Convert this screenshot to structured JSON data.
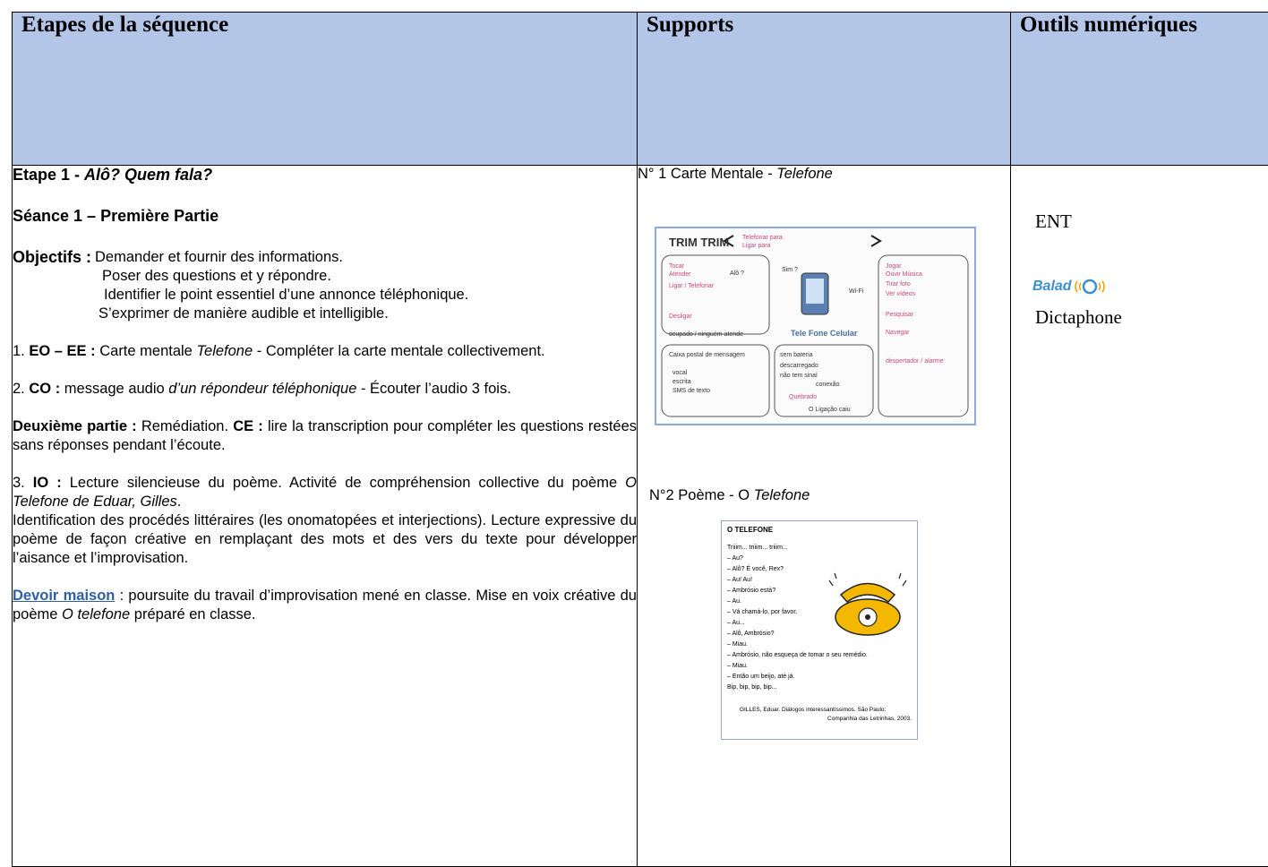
{
  "header": {
    "col1": "Etapes de la séquence",
    "col2": "Supports",
    "col3": "Outils numériques"
  },
  "etapes": {
    "etape_prefix": "Etape 1 -",
    "etape_title": "Alô? Quem fala?",
    "seance": "Séance 1 – Première Partie",
    "objectifs_label": "Objectifs :",
    "objectifs": [
      "Demander et fournir des informations.",
      "Poser des questions et y répondre.",
      "Identifier le point essentiel d’une annonce téléphonique.",
      "S’exprimer de manière audible et intelligible."
    ],
    "p1": {
      "num": "1.",
      "tag": "EO – EE :",
      "t1": " Carte mentale ",
      "i1": "Telefone",
      "t2": " - Compléter la carte mentale collectivement."
    },
    "p2": {
      "num": "2.",
      "tag": "CO :",
      "t1": " message audio ",
      "i1": "d’un répondeur téléphonique",
      "t2": " - Écouter l’audio 3 fois."
    },
    "p3": {
      "tag1": "Deuxième partie :",
      "t1": " Remédiation. ",
      "tag2": "CE :",
      "t2": " lire la transcription pour compléter les questions restées sans réponses pendant l’écoute."
    },
    "p4": {
      "num": "3.",
      "tag": "IO :",
      "t1": " Lecture silencieuse du poème. Activité de compréhension collective du poème ",
      "i1": "O Telefone de Eduar, Gilles",
      "t2": ".",
      "t3": " Identification des procédés littéraires (les onomatopées et interjections). Lecture expressive du poème de façon créative en remplaçant des mots et des vers du texte pour développer l’aisance et l’improvisation."
    },
    "p5": {
      "link": "Devoir maison",
      "t1": " : poursuite du travail d’improvisation mené en classe. Mise en voix créative du poème ",
      "i1": "O telefone",
      "t2": " préparé en classe."
    }
  },
  "supports": {
    "s1_prefix": "N° 1 Carte Mentale - ",
    "s1_italic": "Telefone",
    "mindmap": {
      "center": "Tele Fone Celular",
      "title": "TRIM TRIM",
      "notes": [
        "Telefonar para",
        "Ligar para",
        "Tocar",
        "Atender",
        "Ligar / Telefonar",
        "Desligar",
        "Alô ?",
        "Sim ?",
        "Wi-Fi",
        "Jogar",
        "Ouvir Música",
        "Tirar foto",
        "Ver vídeos",
        "Pesquisar",
        "Navegar",
        "Caixa postal de mensagem",
        "vocal",
        "escrita",
        "SMS de texto",
        "sem bateria",
        "descarregado",
        "não tem sinal",
        "conexão",
        "Quebrado",
        "O Ligação caiu",
        "ocupado / ninguém atende",
        "despertador / alarme"
      ]
    },
    "s2_prefix": "N°2 Poème - O ",
    "s2_italic": "Telefone",
    "poem": {
      "title": "O TELEFONE",
      "lines": [
        "Triiim... triiim... triiim...",
        "– Au?",
        "– Alô? É você, Rex?",
        "– Au! Au!",
        "– Ambrósio está?",
        "– Au.",
        "– Vá chamá-lo, por favor.",
        "– Au...",
        "– Alô, Ambrósio?",
        "– Miau.",
        "– Ambrósio, não esqueça de tomar o seu remédio.",
        "– Miau.",
        "– Então um beijo, até já.",
        "Bip, bip, bip, bip..."
      ],
      "credit_1": "GILLES, Eduar. Diálogos interessantíssimos. São Paulo:",
      "credit_2": "Companhia das Letrinhas, 2003."
    }
  },
  "outils": {
    "ent": "ENT",
    "balad": "Balad",
    "dictaphone": "Dictaphone"
  },
  "colors": {
    "header_bg": "#b4c6e7",
    "link": "#2e5fa3",
    "balad": "#3b8fd1"
  }
}
